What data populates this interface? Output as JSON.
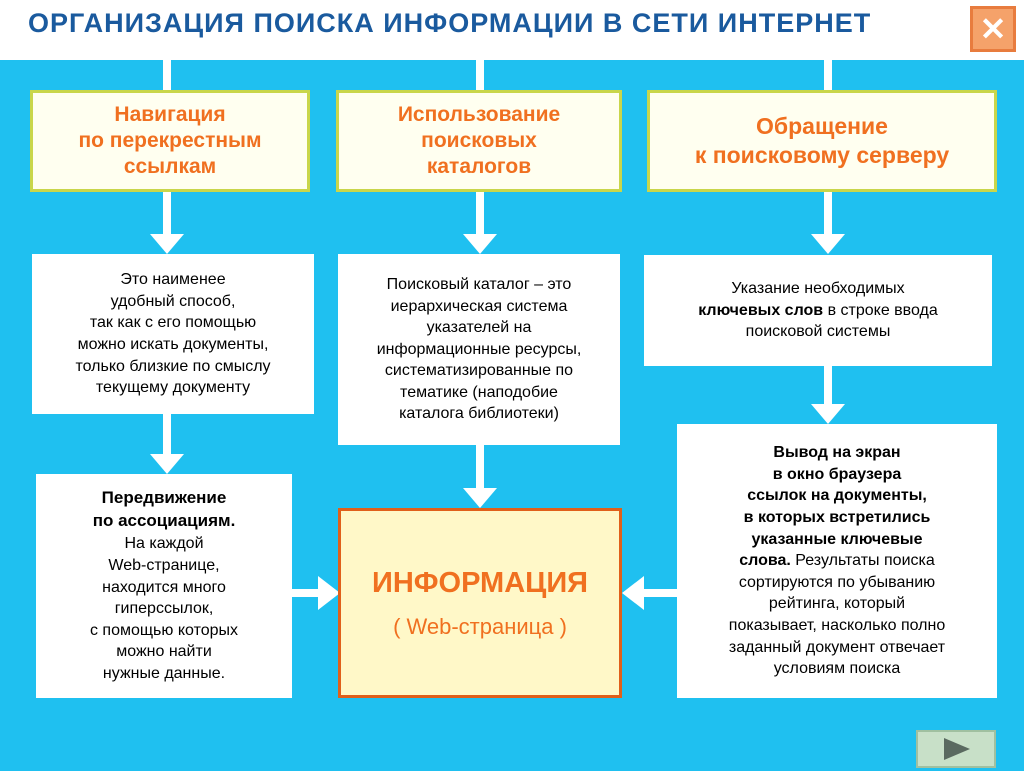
{
  "header": {
    "title": "ОРГАНИЗАЦИЯ  ПОИСКА  ИНФОРМАЦИИ  В  СЕТИ  ИНТЕРНЕТ",
    "close_symbol": "✕"
  },
  "methods": [
    {
      "lines": [
        "Навигация",
        "по перекрестным",
        "ссылкам"
      ]
    },
    {
      "lines": [
        "Использование",
        "поисковых",
        "каталогов"
      ]
    },
    {
      "lines": [
        "Обращение",
        "к поисковому серверу"
      ]
    }
  ],
  "descriptions": {
    "navigation": [
      "Это наименее",
      "удобный способ,",
      "так как с его помощью",
      "можно искать документы,",
      "только близкие по смыслу",
      "текущему документу"
    ],
    "catalog": [
      "Поисковый каталог – это",
      "иерархическая система",
      "указателей на",
      "информационные ресурсы,",
      "систематизированные по",
      "тематике (наподобие",
      "каталога библиотеки)"
    ],
    "server": {
      "line1": "Указание необходимых",
      "bold": "ключевых слов",
      "rest": " в строке ввода",
      "line3": "поисковой системы"
    }
  },
  "associations": {
    "bold_lines": [
      "Передвижение",
      "по ассоциациям."
    ],
    "lines": [
      "На каждой",
      "Web-странице,",
      "находится много",
      "гиперссылок,",
      "с помощью которых",
      "можно найти",
      "нужные данные."
    ]
  },
  "center": {
    "title": "ИНФОРМАЦИЯ",
    "subtitle": "( Web-страница )"
  },
  "results": {
    "bold_lines": [
      "Вывод на экран",
      "в окно браузера",
      "ссылок на документы,",
      "в которых встретились",
      "указанные ключевые"
    ],
    "bold_last": "слова.",
    "rest_first": " Результаты поиска",
    "lines": [
      "сортируются по убыванию",
      "рейтинга, который",
      "показывает, насколько полно",
      "заданный документ отвечает",
      "условиям поиска"
    ]
  },
  "nav": {
    "next_icon": "play-arrow-icon"
  },
  "colors": {
    "background": "#1fc0f0",
    "title": "#1a5a9e",
    "accent": "#f07020",
    "arrow": "#ffffff"
  }
}
